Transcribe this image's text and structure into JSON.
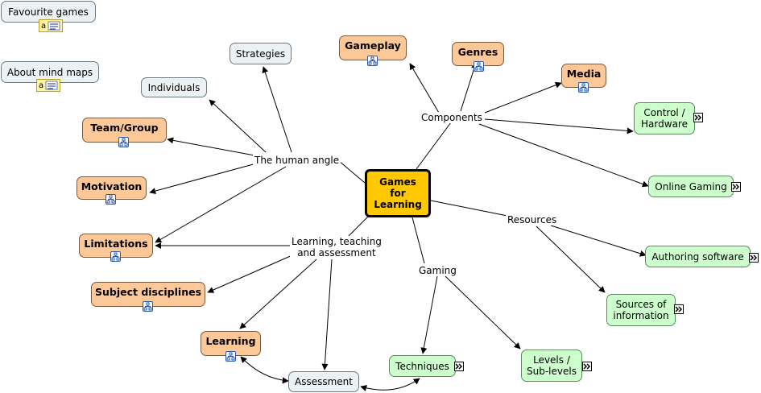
{
  "sidebar": {
    "favourite_games": "Favourite games",
    "about_mind_maps": "About mind maps"
  },
  "center": {
    "title": "Games\nfor\nLearning"
  },
  "labels": {
    "human_angle": "The human angle",
    "components": "Components",
    "resources": "Resources",
    "learning_teaching": "Learning, teaching\nand assessment",
    "gaming": "Gaming"
  },
  "nodes": {
    "strategies": "Strategies",
    "individuals": "Individuals",
    "team_group": "Team/Group",
    "motivation": "Motivation",
    "limitations": "Limitations",
    "subject_disciplines": "Subject disciplines",
    "learning": "Learning",
    "assessment": "Assessment",
    "techniques": "Techniques",
    "levels": "Levels /\nSub-levels",
    "sources": "Sources of\ninformation",
    "authoring": "Authoring software",
    "online_gaming": "Online Gaming",
    "control_hardware": "Control /\nHardware",
    "media": "Media",
    "genres": "Genres",
    "gameplay": "Gameplay"
  },
  "icons": {
    "submap": "submap-icon",
    "weblink": "weblink-icon",
    "note": "note-icon"
  },
  "colors": {
    "orange_node": "#fdc898",
    "green_node": "#ccffcc",
    "gray_node": "#ecf2f4",
    "center_node": "#ffc800"
  }
}
